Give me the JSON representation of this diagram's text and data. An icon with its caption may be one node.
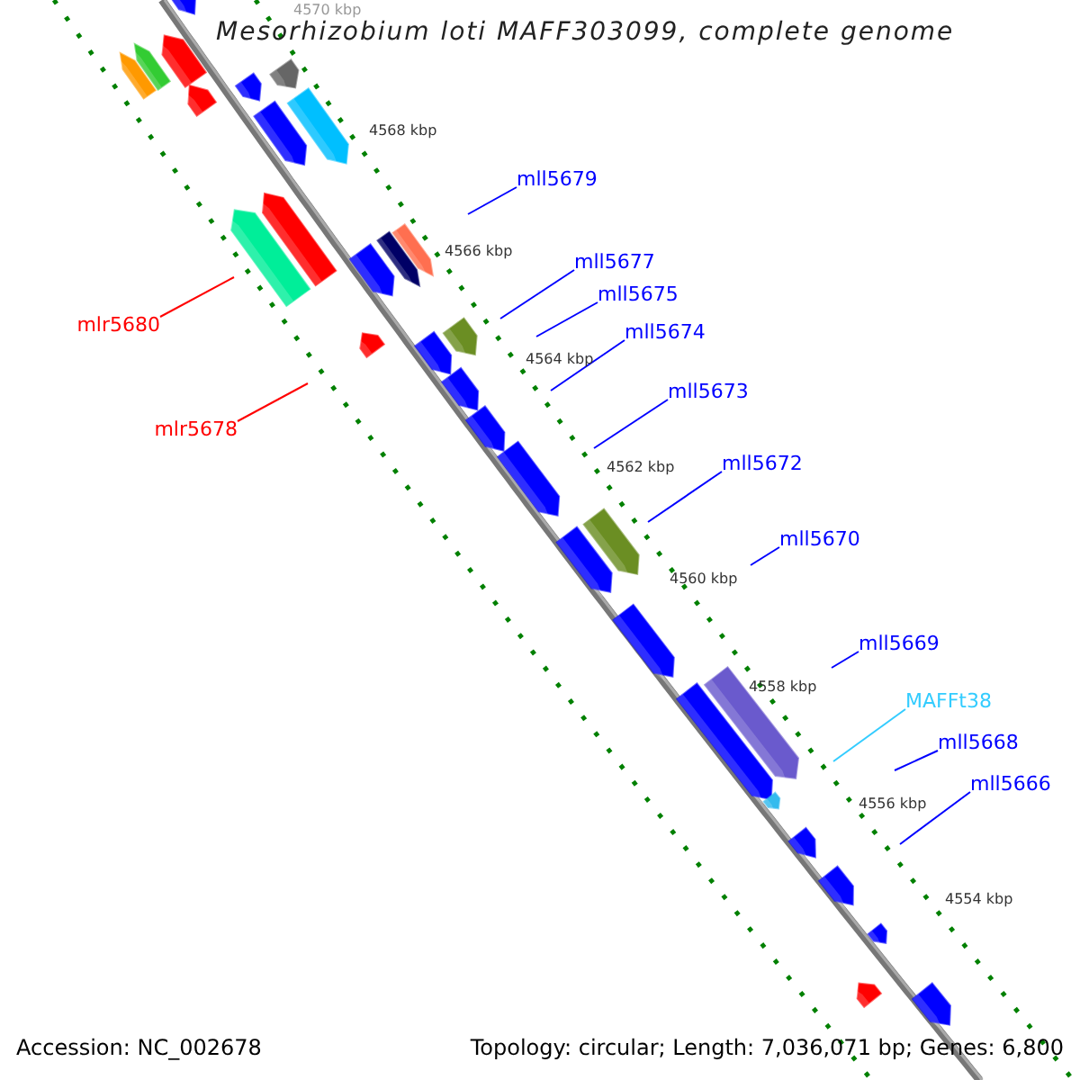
{
  "diagram": {
    "title": "Mesorhizobium loti MAFF303099, complete genome",
    "nodes": [
      {
        "text": [
          "mll5679"
        ]
      },
      {
        "text": [
          "mll5677"
        ]
      },
      {
        "text": [
          "mll5675"
        ]
      },
      {
        "text": [
          "mll5674"
        ]
      },
      {
        "text": [
          "mll5673"
        ]
      },
      {
        "text": [
          "mll5672"
        ]
      },
      {
        "text": [
          "mll5670"
        ]
      },
      {
        "text": [
          "mll5669"
        ]
      },
      {
        "text": [
          "MAFFt38"
        ]
      },
      {
        "text": [
          "mll5668"
        ]
      },
      {
        "text": [
          "mll5666"
        ]
      },
      {
        "text": [
          "mlr5680"
        ]
      },
      {
        "text": [
          "mlr5678"
        ]
      }
    ],
    "edges": [
      {
        "from": 0,
        "to": null,
        "arrow": "none"
      },
      {
        "from": 1,
        "to": null,
        "arrow": "none"
      },
      {
        "from": 2,
        "to": null,
        "arrow": "none"
      },
      {
        "from": 3,
        "to": null,
        "arrow": "none"
      },
      {
        "from": 4,
        "to": null,
        "arrow": "none"
      },
      {
        "from": 5,
        "to": null,
        "arrow": "none"
      },
      {
        "from": 6,
        "to": null,
        "arrow": "none"
      },
      {
        "from": 7,
        "to": null,
        "arrow": "none"
      },
      {
        "from": 8,
        "to": null,
        "arrow": "none",
        "color": "#33ccff"
      },
      {
        "from": 9,
        "to": null,
        "arrow": "none"
      },
      {
        "from": 10,
        "to": null,
        "arrow": "none"
      },
      {
        "from": 11,
        "to": null,
        "arrow": "none",
        "color": "#ff0000"
      },
      {
        "from": 12,
        "to": null,
        "arrow": "none",
        "color": "#ff0000"
      }
    ],
    "labels": [
      "4570 kbp",
      "4568 kbp",
      "4566 kbp",
      "4564 kbp",
      "4562 kbp",
      "4560 kbp",
      "4558 kbp",
      "4556 kbp",
      "4554 kbp",
      "Accession: NC_002678",
      "Topology: circular; Length: 7,036,071 bp; Genes: 6,800"
    ]
  }
}
